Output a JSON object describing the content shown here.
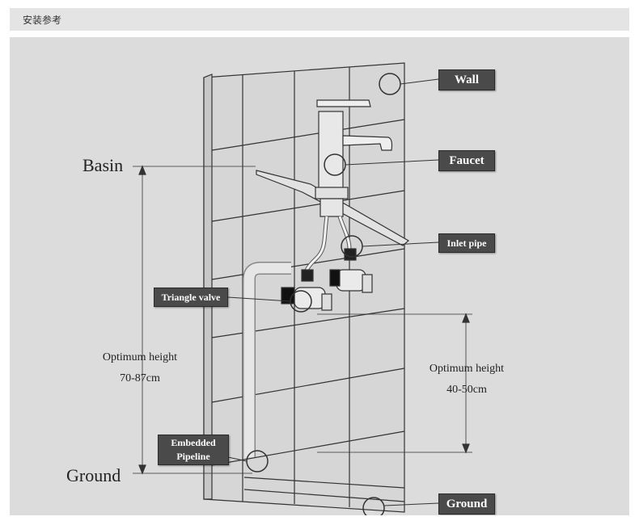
{
  "header": {
    "title": "安装参考"
  },
  "labels": {
    "basin": "Basin",
    "ground_left": "Ground",
    "opt_left_1": "Optimum height",
    "opt_left_2": "70-87cm",
    "opt_right_1": "Optimum height",
    "opt_right_2": "40-50cm"
  },
  "tags": {
    "wall": "Wall",
    "faucet": "Faucet",
    "inlet": "Inlet pipe",
    "triangle": "Triangle valve",
    "pipeline_1": "Embedded",
    "pipeline_2": "Pipeline",
    "ground": "Ground"
  },
  "colors": {
    "panel": "#dcdcdc",
    "tag": "#4a4a4a",
    "line": "#333333"
  }
}
